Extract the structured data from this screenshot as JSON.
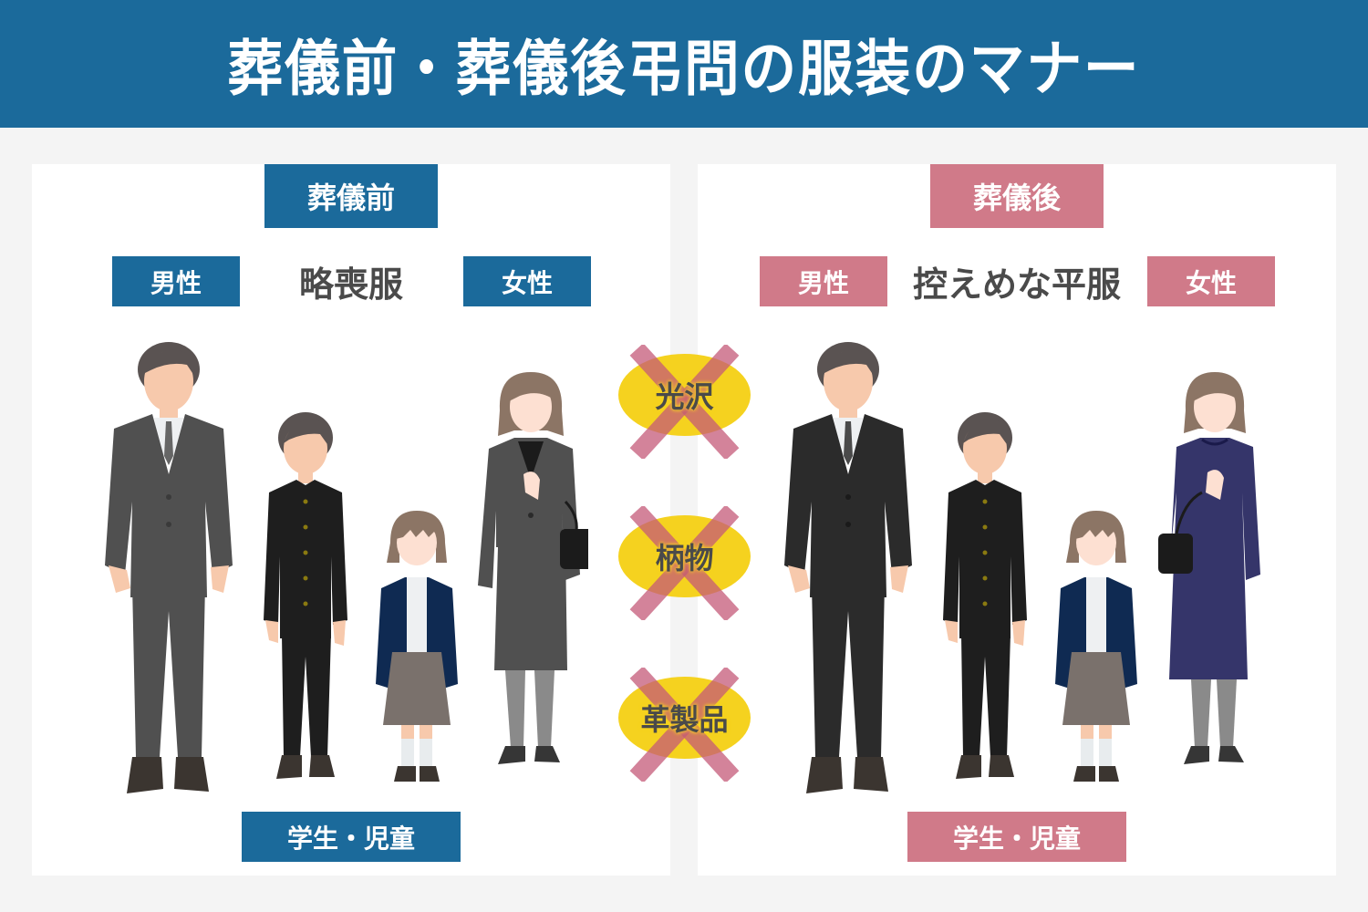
{
  "header": {
    "title": "葬儀前・葬儀後弔問の服装のマナー"
  },
  "colors": {
    "header_bg": "#1b6a9b",
    "before_accent": "#1b6a9b",
    "after_accent": "#d07a89",
    "ng_yellow": "#f5d21f",
    "ng_cross": "#d07a89"
  },
  "before": {
    "title": "葬儀前",
    "male_label": "男性",
    "dress_code": "略喪服",
    "female_label": "女性",
    "student_label": "学生・児童"
  },
  "after": {
    "title": "葬儀後",
    "male_label": "男性",
    "dress_code": "控えめな平服",
    "female_label": "女性",
    "student_label": "学生・児童"
  },
  "ng_items": [
    {
      "label": "光沢",
      "icon": "cross-icon"
    },
    {
      "label": "柄物",
      "icon": "cross-icon"
    },
    {
      "label": "革製品",
      "icon": "cross-icon"
    }
  ],
  "figures": {
    "before": [
      {
        "role": "man",
        "outfit": "gray suit"
      },
      {
        "role": "boy",
        "outfit": "black school uniform"
      },
      {
        "role": "girl",
        "outfit": "navy cardigan, gray skirt"
      },
      {
        "role": "woman",
        "outfit": "gray suit, black bag"
      }
    ],
    "after": [
      {
        "role": "man",
        "outfit": "black suit"
      },
      {
        "role": "boy",
        "outfit": "black school uniform"
      },
      {
        "role": "girl",
        "outfit": "navy cardigan, gray skirt"
      },
      {
        "role": "woman",
        "outfit": "navy dress, black bag"
      }
    ]
  }
}
